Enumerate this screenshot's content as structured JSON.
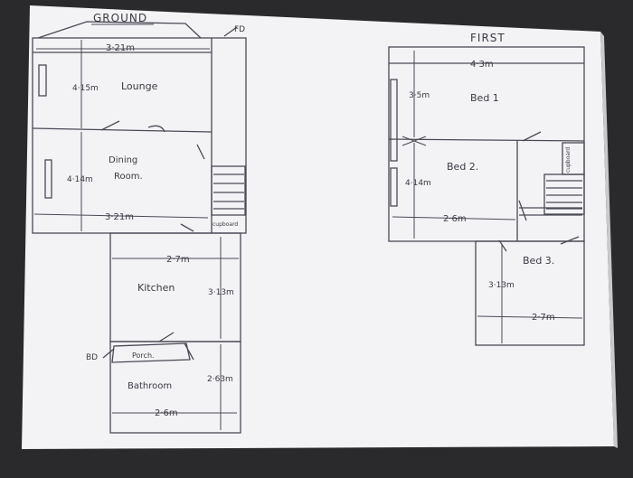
{
  "colors": {
    "background": "#2a2a2c",
    "paper": "#f4f4f6",
    "ink": "#3a3a42"
  },
  "floor_labels": {
    "ground": "GROUND",
    "first": "FIRST"
  },
  "ground_floor": {
    "rooms": {
      "lounge": "Lounge",
      "dining": "Dining\nRoom.",
      "kitchen": "Kitchen",
      "porch": "Porch.",
      "bathroom": "Bathroom",
      "cupboard": "cupboard"
    },
    "door_marks": {
      "front": "FD",
      "back": "BD"
    },
    "dimensions": {
      "lounge_width": "3·21m",
      "lounge_depth": "4·15m",
      "dining_depth": "4·14m",
      "dining_width": "3·21m",
      "kitchen_width": "2·7m",
      "kitchen_depth": "3·13m",
      "bathroom_depth": "2·63m",
      "bathroom_width": "2·6m"
    }
  },
  "first_floor": {
    "rooms": {
      "bed1": "Bed 1",
      "bed2": "Bed 2.",
      "bed3": "Bed 3.",
      "cupboard": "cupboard"
    },
    "dimensions": {
      "bed1_width": "4·3m",
      "bed1_depth": "3·5m",
      "bed2_depth": "4·14m",
      "bed2_width": "2·6m",
      "bed3_depth": "3·13m",
      "bed3_width": "2·7m"
    }
  }
}
